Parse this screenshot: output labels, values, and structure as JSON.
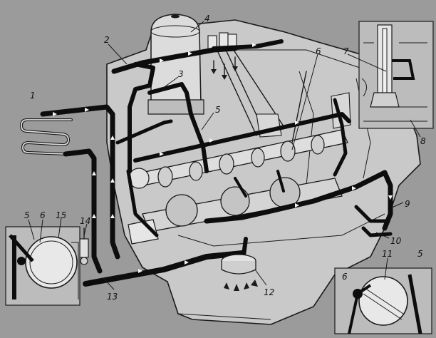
{
  "labels": {
    "l1": "1",
    "l2": "2",
    "l3": "3",
    "l4": "4",
    "l5": "5",
    "l6": "6",
    "l7": "7",
    "l8": "8",
    "l9": "9",
    "l10": "10",
    "l11": "11",
    "l12": "12",
    "l13": "13",
    "l14": "14",
    "l15": "15",
    "inset_left_5": "5",
    "inset_left_6": "6",
    "inset_right_6": "6",
    "inset_right_5": "5"
  },
  "colors": {
    "background": "#9b9b9b",
    "engine_body": "#c9c9c9",
    "oil_line": "#0d0d0d",
    "flow_arrow": "#f4f4f4"
  }
}
